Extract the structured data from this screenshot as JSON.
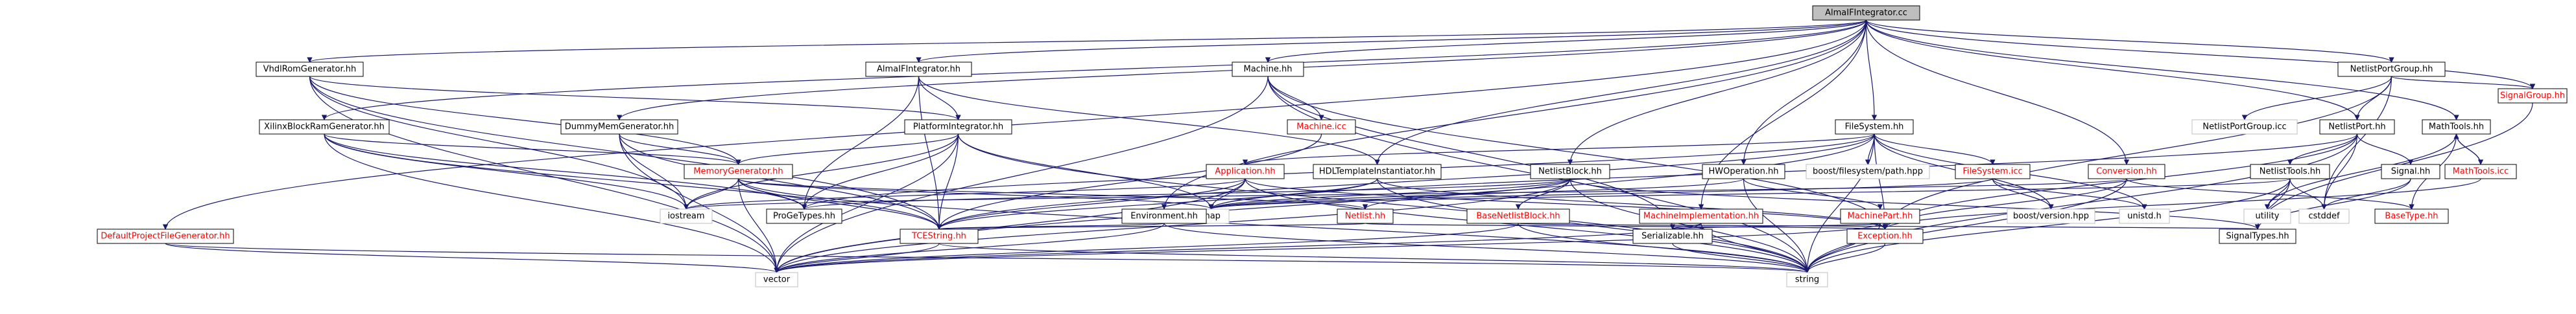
{
  "colors": {
    "root_fill": "#bfbfbf",
    "node_fill": "#ffffff",
    "node_border_documented": "#000000",
    "node_border_undocumented": "#bfbfbf",
    "text_normal": "#000000",
    "text_link_red": "#ff0000",
    "edge": "#191970"
  },
  "graph": {
    "title": "",
    "nodes": [
      {
        "id": "root",
        "label": "AlmaIFIntegrator.cc",
        "style": "root"
      },
      {
        "id": "vhdlrom",
        "label": "VhdlRomGenerator.hh",
        "style": "normal"
      },
      {
        "id": "almaifhh",
        "label": "AlmaIFIntegrator.hh",
        "style": "normal"
      },
      {
        "id": "machinehh",
        "label": "Machine.hh",
        "style": "normal"
      },
      {
        "id": "netlistportgroup",
        "label": "NetlistPortGroup.hh",
        "style": "normal"
      },
      {
        "id": "signalgroup",
        "label": "SignalGroup.hh",
        "style": "red"
      },
      {
        "id": "xilinx",
        "label": "XilinxBlockRamGenerator.hh",
        "style": "normal"
      },
      {
        "id": "dummymem",
        "label": "DummyMemGenerator.hh",
        "style": "normal"
      },
      {
        "id": "platformint",
        "label": "PlatformIntegrator.hh",
        "style": "normal"
      },
      {
        "id": "machineicc",
        "label": "Machine.icc",
        "style": "red"
      },
      {
        "id": "filesystemhh",
        "label": "FileSystem.hh",
        "style": "normal"
      },
      {
        "id": "netlistportgroupicc",
        "label": "NetlistPortGroup.icc",
        "style": "plain"
      },
      {
        "id": "netlistporthh",
        "label": "NetlistPort.hh",
        "style": "normal"
      },
      {
        "id": "mathtools",
        "label": "MathTools.hh",
        "style": "normal"
      },
      {
        "id": "memorygen",
        "label": "MemoryGenerator.hh",
        "style": "red"
      },
      {
        "id": "application",
        "label": "Application.hh",
        "style": "red"
      },
      {
        "id": "hdltemplate",
        "label": "HDLTemplateInstantiator.hh",
        "style": "normal"
      },
      {
        "id": "netlistblock",
        "label": "NetlistBlock.hh",
        "style": "normal"
      },
      {
        "id": "hwoperation",
        "label": "HWOperation.hh",
        "style": "normal"
      },
      {
        "id": "boostfspath",
        "label": "boost/filesystem/path.hpp",
        "style": "plain"
      },
      {
        "id": "filesystemicc",
        "label": "FileSystem.icc",
        "style": "red"
      },
      {
        "id": "conversion",
        "label": "Conversion.hh",
        "style": "red"
      },
      {
        "id": "netlisttools",
        "label": "NetlistTools.hh",
        "style": "normal"
      },
      {
        "id": "signalhh",
        "label": "Signal.hh",
        "style": "normal"
      },
      {
        "id": "mathtoolsicc",
        "label": "MathTools.icc",
        "style": "red"
      },
      {
        "id": "iostream",
        "label": "iostream",
        "style": "plain"
      },
      {
        "id": "progetypes",
        "label": "ProGeTypes.hh",
        "style": "normal"
      },
      {
        "id": "map",
        "label": "map",
        "style": "plain"
      },
      {
        "id": "netlisthh",
        "label": "Netlist.hh",
        "style": "red"
      },
      {
        "id": "environment",
        "label": "Environment.hh",
        "style": "normal"
      },
      {
        "id": "basenetlistblock",
        "label": "BaseNetlistBlock.hh",
        "style": "red"
      },
      {
        "id": "machineimpl",
        "label": "MachineImplementation.hh",
        "style": "red"
      },
      {
        "id": "machinepart",
        "label": "MachinePart.hh",
        "style": "red"
      },
      {
        "id": "boostversion",
        "label": "boost/version.hpp",
        "style": "plain"
      },
      {
        "id": "unistd",
        "label": "unistd.h",
        "style": "plain"
      },
      {
        "id": "utility",
        "label": "utility",
        "style": "plain"
      },
      {
        "id": "cstddef",
        "label": "cstddef",
        "style": "plain"
      },
      {
        "id": "basetype",
        "label": "BaseType.hh",
        "style": "red"
      },
      {
        "id": "defaultproj",
        "label": "DefaultProjectFileGenerator.hh",
        "style": "red"
      },
      {
        "id": "tcestring",
        "label": "TCEString.hh",
        "style": "red"
      },
      {
        "id": "serializable",
        "label": "Serializable.hh",
        "style": "normal"
      },
      {
        "id": "exception",
        "label": "Exception.hh",
        "style": "red"
      },
      {
        "id": "signaltypes",
        "label": "SignalTypes.hh",
        "style": "normal"
      },
      {
        "id": "vector",
        "label": "vector",
        "style": "plain"
      },
      {
        "id": "string",
        "label": "string",
        "style": "plain"
      }
    ],
    "edges": [
      [
        "root",
        "vhdlrom"
      ],
      [
        "root",
        "almaifhh"
      ],
      [
        "root",
        "machinehh"
      ],
      [
        "root",
        "netlistportgroup"
      ],
      [
        "root",
        "signalgroup"
      ],
      [
        "root",
        "hdltemplate"
      ],
      [
        "root",
        "netlistblock"
      ],
      [
        "root",
        "hwoperation"
      ],
      [
        "root",
        "filesystemhh"
      ],
      [
        "root",
        "conversion"
      ],
      [
        "root",
        "netlistporthh"
      ],
      [
        "root",
        "mathtools"
      ],
      [
        "root",
        "environment"
      ],
      [
        "root",
        "machineimpl"
      ],
      [
        "root",
        "dummymem"
      ],
      [
        "root",
        "xilinx"
      ],
      [
        "root",
        "defaultproj"
      ],
      [
        "vhdlrom",
        "platformint"
      ],
      [
        "vhdlrom",
        "memorygen"
      ],
      [
        "vhdlrom",
        "iostream"
      ],
      [
        "vhdlrom",
        "tcestring"
      ],
      [
        "vhdlrom",
        "vector"
      ],
      [
        "almaifhh",
        "platformint"
      ],
      [
        "almaifhh",
        "hdltemplate"
      ],
      [
        "almaifhh",
        "tcestring"
      ],
      [
        "almaifhh",
        "progetypes"
      ],
      [
        "machinehh",
        "machineicc"
      ],
      [
        "machinehh",
        "exception"
      ],
      [
        "machinehh",
        "serializable"
      ],
      [
        "machinehh",
        "string"
      ],
      [
        "machinehh",
        "vector"
      ],
      [
        "netlistportgroup",
        "netlistportgroupicc"
      ],
      [
        "netlistportgroup",
        "netlistporthh"
      ],
      [
        "netlistportgroup",
        "signalgroup"
      ],
      [
        "netlistportgroup",
        "cstddef"
      ],
      [
        "netlistportgroup",
        "exception"
      ],
      [
        "signalgroup",
        "signaltypes"
      ],
      [
        "xilinx",
        "memorygen"
      ],
      [
        "xilinx",
        "iostream"
      ],
      [
        "xilinx",
        "tcestring"
      ],
      [
        "xilinx",
        "progetypes"
      ],
      [
        "xilinx",
        "vector"
      ],
      [
        "dummymem",
        "memorygen"
      ],
      [
        "dummymem",
        "iostream"
      ],
      [
        "dummymem",
        "tcestring"
      ],
      [
        "dummymem",
        "vector"
      ],
      [
        "platformint",
        "memorygen"
      ],
      [
        "platformint",
        "progetypes"
      ],
      [
        "platformint",
        "iostream"
      ],
      [
        "platformint",
        "map"
      ],
      [
        "platformint",
        "tcestring"
      ],
      [
        "platformint",
        "vector"
      ],
      [
        "platformint",
        "string"
      ],
      [
        "machineicc",
        "tcestring"
      ],
      [
        "filesystemhh",
        "boostfspath"
      ],
      [
        "filesystemhh",
        "filesystemicc"
      ],
      [
        "filesystemhh",
        "application"
      ],
      [
        "filesystemhh",
        "exception"
      ],
      [
        "filesystemhh",
        "boostversion"
      ],
      [
        "filesystemhh",
        "unistd"
      ],
      [
        "filesystemhh",
        "string"
      ],
      [
        "filesystemhh",
        "vector"
      ],
      [
        "filesystemhh",
        "tcestring"
      ],
      [
        "filesystemhh",
        "progetypes"
      ],
      [
        "netlistporthh",
        "netlisttools"
      ],
      [
        "netlistporthh",
        "signalhh"
      ],
      [
        "netlistporthh",
        "cstddef"
      ],
      [
        "netlistporthh",
        "exception"
      ],
      [
        "netlistporthh",
        "string"
      ],
      [
        "netlistporthh",
        "map"
      ],
      [
        "mathtools",
        "mathtoolsicc"
      ],
      [
        "mathtools",
        "utility"
      ],
      [
        "mathtools",
        "basetype"
      ],
      [
        "mathtoolsicc",
        "exception"
      ],
      [
        "mathtoolsicc",
        "mathtools"
      ],
      [
        "memorygen",
        "iostream"
      ],
      [
        "memorygen",
        "tcestring"
      ],
      [
        "memorygen",
        "progetypes"
      ],
      [
        "memorygen",
        "map"
      ],
      [
        "memorygen",
        "vector"
      ],
      [
        "memorygen",
        "string"
      ],
      [
        "memorygen",
        "netlisthh"
      ],
      [
        "application",
        "iostream"
      ],
      [
        "application",
        "map"
      ],
      [
        "application",
        "tcestring"
      ],
      [
        "application",
        "vector"
      ],
      [
        "application",
        "string"
      ],
      [
        "application",
        "exception"
      ],
      [
        "hdltemplate",
        "map"
      ],
      [
        "hdltemplate",
        "tcestring"
      ],
      [
        "hdltemplate",
        "string"
      ],
      [
        "hdltemplate",
        "exception"
      ],
      [
        "netlistblock",
        "basenetlistblock"
      ],
      [
        "netlistblock",
        "netlisthh"
      ],
      [
        "netlistblock",
        "progetypes"
      ],
      [
        "netlistblock",
        "string"
      ],
      [
        "netlistblock",
        "vector"
      ],
      [
        "netlistblock",
        "signaltypes"
      ],
      [
        "netlistblock",
        "map"
      ],
      [
        "hwoperation",
        "machinepart"
      ],
      [
        "hwoperation",
        "string"
      ],
      [
        "hwoperation",
        "map"
      ],
      [
        "filesystemicc",
        "boostversion"
      ],
      [
        "filesystemicc",
        "unistd"
      ],
      [
        "filesystemicc",
        "map"
      ],
      [
        "conversion",
        "basetype"
      ],
      [
        "conversion",
        "exception"
      ],
      [
        "conversion",
        "string"
      ],
      [
        "conversion",
        "iostream"
      ],
      [
        "netlisttools",
        "utility"
      ],
      [
        "netlisttools",
        "cstddef"
      ],
      [
        "netlisttools",
        "string"
      ],
      [
        "netlisttools",
        "signaltypes"
      ],
      [
        "netlisttools",
        "map"
      ],
      [
        "signalhh",
        "signaltypes"
      ],
      [
        "signalhh",
        "cstddef"
      ],
      [
        "netlisthh",
        "tcestring"
      ],
      [
        "netlisthh",
        "exception"
      ],
      [
        "environment",
        "tcestring"
      ],
      [
        "environment",
        "vector"
      ],
      [
        "environment",
        "string"
      ],
      [
        "basenetlistblock",
        "string"
      ],
      [
        "basenetlistblock",
        "vector"
      ],
      [
        "basenetlistblock",
        "signaltypes"
      ],
      [
        "machineimpl",
        "serializable"
      ],
      [
        "machineimpl",
        "string"
      ],
      [
        "machineimpl",
        "vector"
      ],
      [
        "machinepart",
        "serializable"
      ],
      [
        "machinepart",
        "exception"
      ],
      [
        "machinepart",
        "string"
      ],
      [
        "machinepart",
        "vector"
      ],
      [
        "defaultproj",
        "vector"
      ],
      [
        "defaultproj",
        "string"
      ],
      [
        "tcestring",
        "string"
      ],
      [
        "tcestring",
        "vector"
      ],
      [
        "exception",
        "string"
      ],
      [
        "serializable",
        "string"
      ]
    ]
  }
}
